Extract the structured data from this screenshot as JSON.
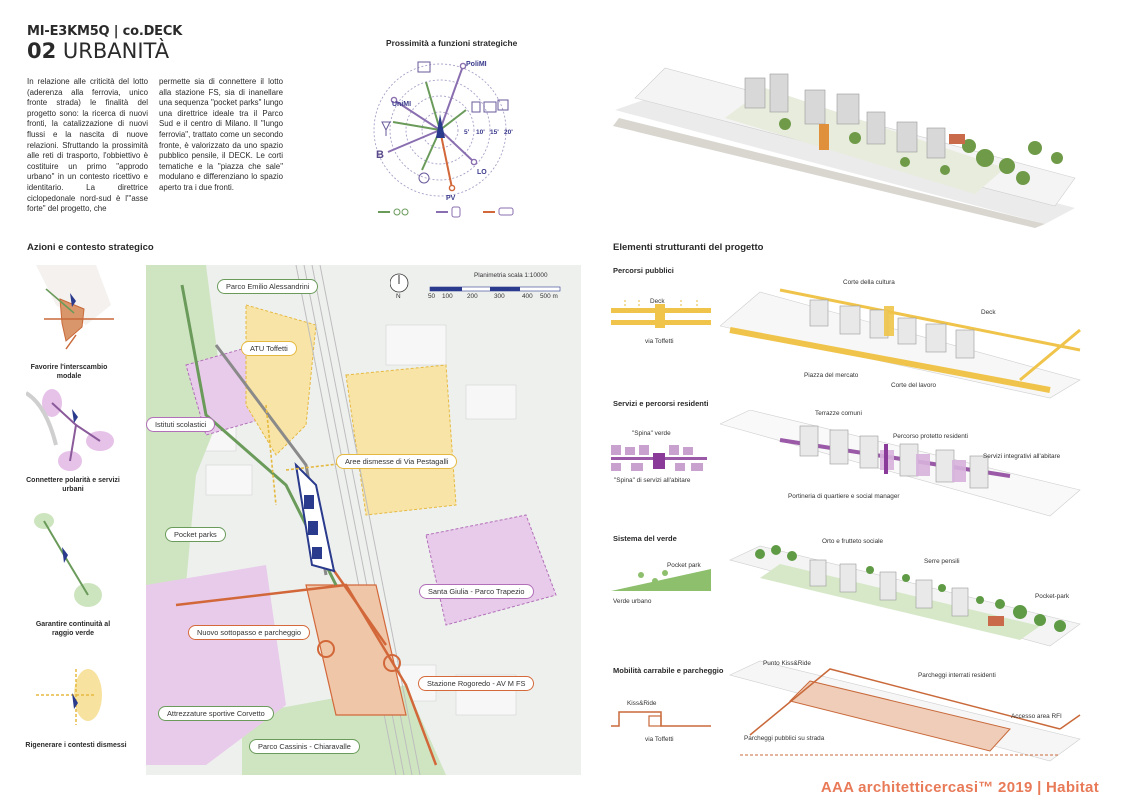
{
  "header": {
    "code": "MI-E3KM5Q | co.DECK",
    "number": "02",
    "title": "URBANITÀ"
  },
  "intro": {
    "col1": "In relazione alle criticità del lotto (aderenza alla ferrovia, unico fronte strada) le finalità del progetto sono: la ricerca di nuovi fronti, la catalizzazione di nuovi flussi e la nascita di nuove relazioni. Sfruttando la prossimità alle reti di trasporto, l'obbiettivo è costituire un primo \"approdo urbano\" in un contesto ricettivo e identitario. La direttrice ciclopedonale nord-sud è l'\"asse forte\" del progetto, che",
    "col2": "permette sia di connettere il lotto alla stazione FS, sia di inanellare una sequenza \"pocket parks\" lungo una direttrice ideale tra il Parco Sud e il centro di Milano. Il \"lungo ferrovia\", trattato come un secondo fronte, è valorizzato da uno spazio pubblico pensile, il DECK. Le corti tematiche e la \"piazza che sale\" modulano e differenziano lo spazio aperto tra i due fronti."
  },
  "proximity": {
    "title": "Prossimità a funzioni strategiche",
    "labels": {
      "polimi": "PoliMI",
      "unimi": "UniMI",
      "lo": "LO",
      "pv": "PV",
      "b": "B"
    },
    "rings": [
      "5'",
      "10'",
      "15'",
      "20'"
    ]
  },
  "sections": {
    "actions": "Azioni e contesto strategico",
    "elements": "Elementi strutturanti del progetto"
  },
  "map": {
    "scale_label": "Planimetria scala 1:10000",
    "scale_ticks": [
      "50",
      "100",
      "200",
      "300",
      "400",
      "500 m"
    ],
    "north": "N",
    "places": [
      "Parco Emilio Alessandrini",
      "ATU Toffetti",
      "Istituti scolastici",
      "Aree dismesse di Via Pestagalli",
      "Pocket parks",
      "Santa Giulia - Parco Trapezio",
      "Nuovo sottopasso e parcheggio",
      "Stazione Rogoredo - AV M FS",
      "Attrezzature sportive Corvetto",
      "Parco Cassinis - Chiaravalle"
    ]
  },
  "strategies": [
    "Favorire l'interscambio modale",
    "Connettere polarità e servizi urbani",
    "Garantire continuità al raggio verde",
    "Rigenerare i contesti dismessi"
  ],
  "elements": {
    "percorsi": {
      "title": "Percorsi pubblici",
      "deck": "Deck",
      "via": "via Toffetti",
      "labels": [
        "Corte della cultura",
        "Deck",
        "Piazza del mercato",
        "Corte del lavoro"
      ]
    },
    "servizi": {
      "title": "Servizi e percorsi residenti",
      "spina_verde": "\"Spina\" verde",
      "spina_servizi": "\"Spina\" di servizi all'abitare",
      "labels": [
        "Terrazze comuni",
        "Percorso protetto residenti",
        "Servizi integrativi all'abitare",
        "Portineria di quartiere e social manager"
      ]
    },
    "verde": {
      "title": "Sistema del verde",
      "pocket": "Pocket park",
      "urbano": "Verde urbano",
      "labels": [
        "Orto e frutteto sociale",
        "Serre pensili",
        "Pocket-park"
      ]
    },
    "mobilita": {
      "title": "Mobilità carrabile e parcheggio",
      "kiss": "Kiss&Ride",
      "via": "via Toffetti",
      "labels": [
        "Punto Kiss&Ride",
        "Parcheggi interrati residenti",
        "Accesso area RFI",
        "Parcheggi pubblici su strada"
      ]
    }
  },
  "footer": "AAA architetticercasi™ 2019 | Habitat",
  "colors": {
    "green": "#6a9b5a",
    "yellow": "#f0c44a",
    "purple": "#a45fb0",
    "orange": "#d2683a",
    "navy": "#2a3a8c"
  }
}
